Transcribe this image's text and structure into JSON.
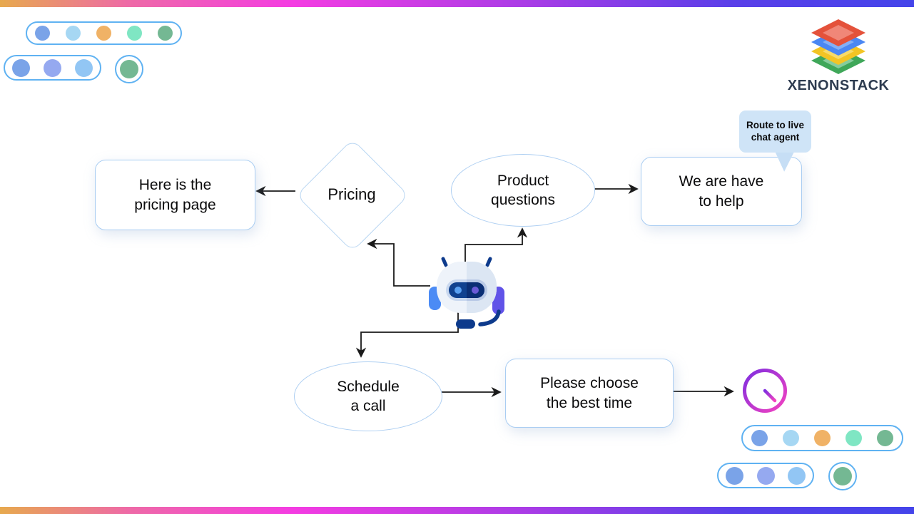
{
  "brand": {
    "name": "XENONSTACK",
    "layers": [
      {
        "outer": "#e2442b",
        "inner": "#ef7d6d"
      },
      {
        "outer": "#3b7df2",
        "inner": "#79a9f6"
      },
      {
        "outer": "#f2c012",
        "inner": "#f7d95e"
      },
      {
        "outer": "#2fa04c",
        "inner": "#7cc894"
      }
    ]
  },
  "theme": {
    "top_bar_gradient": [
      "#e7a94e",
      "#f43ce2",
      "#a83ce6",
      "#4444ea"
    ],
    "node_border": "#a9cdf2",
    "pill_border": "#5fb2f2",
    "arrow_color": "#1a1a1a",
    "bubble_bg": "#cfe4f7",
    "clock_gradient": [
      "#7e2ee0",
      "#f542c0"
    ]
  },
  "decoration": {
    "dots5": [
      "#7aa3e8",
      "#a6d7f3",
      "#f0b266",
      "#7fe6c3",
      "#74b893"
    ],
    "dots3": [
      "#7aa3e8",
      "#95a9f0",
      "#92c6f4"
    ],
    "single_dot": "#74b893"
  },
  "flowchart": {
    "nodes": {
      "pricing_page": {
        "shape": "rounded-rect",
        "line1": "Here is the",
        "line2": "pricing page"
      },
      "pricing": {
        "shape": "diamond",
        "label": "Pricing"
      },
      "product_questions": {
        "shape": "ellipse",
        "line1": "Product",
        "line2": "questions"
      },
      "help": {
        "shape": "rounded-rect",
        "line1": "We are have",
        "line2": "to help"
      },
      "route_note": {
        "shape": "speech-bubble",
        "line1": "Route to live",
        "line2": "chat agent"
      },
      "schedule_call": {
        "shape": "ellipse",
        "line1": "Schedule",
        "line2": "a call"
      },
      "best_time": {
        "shape": "rounded-rect",
        "line1": "Please choose",
        "line2": "the best time"
      }
    },
    "icons": {
      "center": "chatbot-robot",
      "terminal": "clock"
    },
    "edges": [
      {
        "from": "pricing",
        "to": "pricing_page"
      },
      {
        "from": "product_questions",
        "to": "help"
      },
      {
        "from": "chatbot",
        "to": "pricing"
      },
      {
        "from": "chatbot",
        "to": "product_questions"
      },
      {
        "from": "chatbot",
        "to": "schedule_call"
      },
      {
        "from": "schedule_call",
        "to": "best_time"
      },
      {
        "from": "best_time",
        "to": "clock"
      }
    ]
  }
}
